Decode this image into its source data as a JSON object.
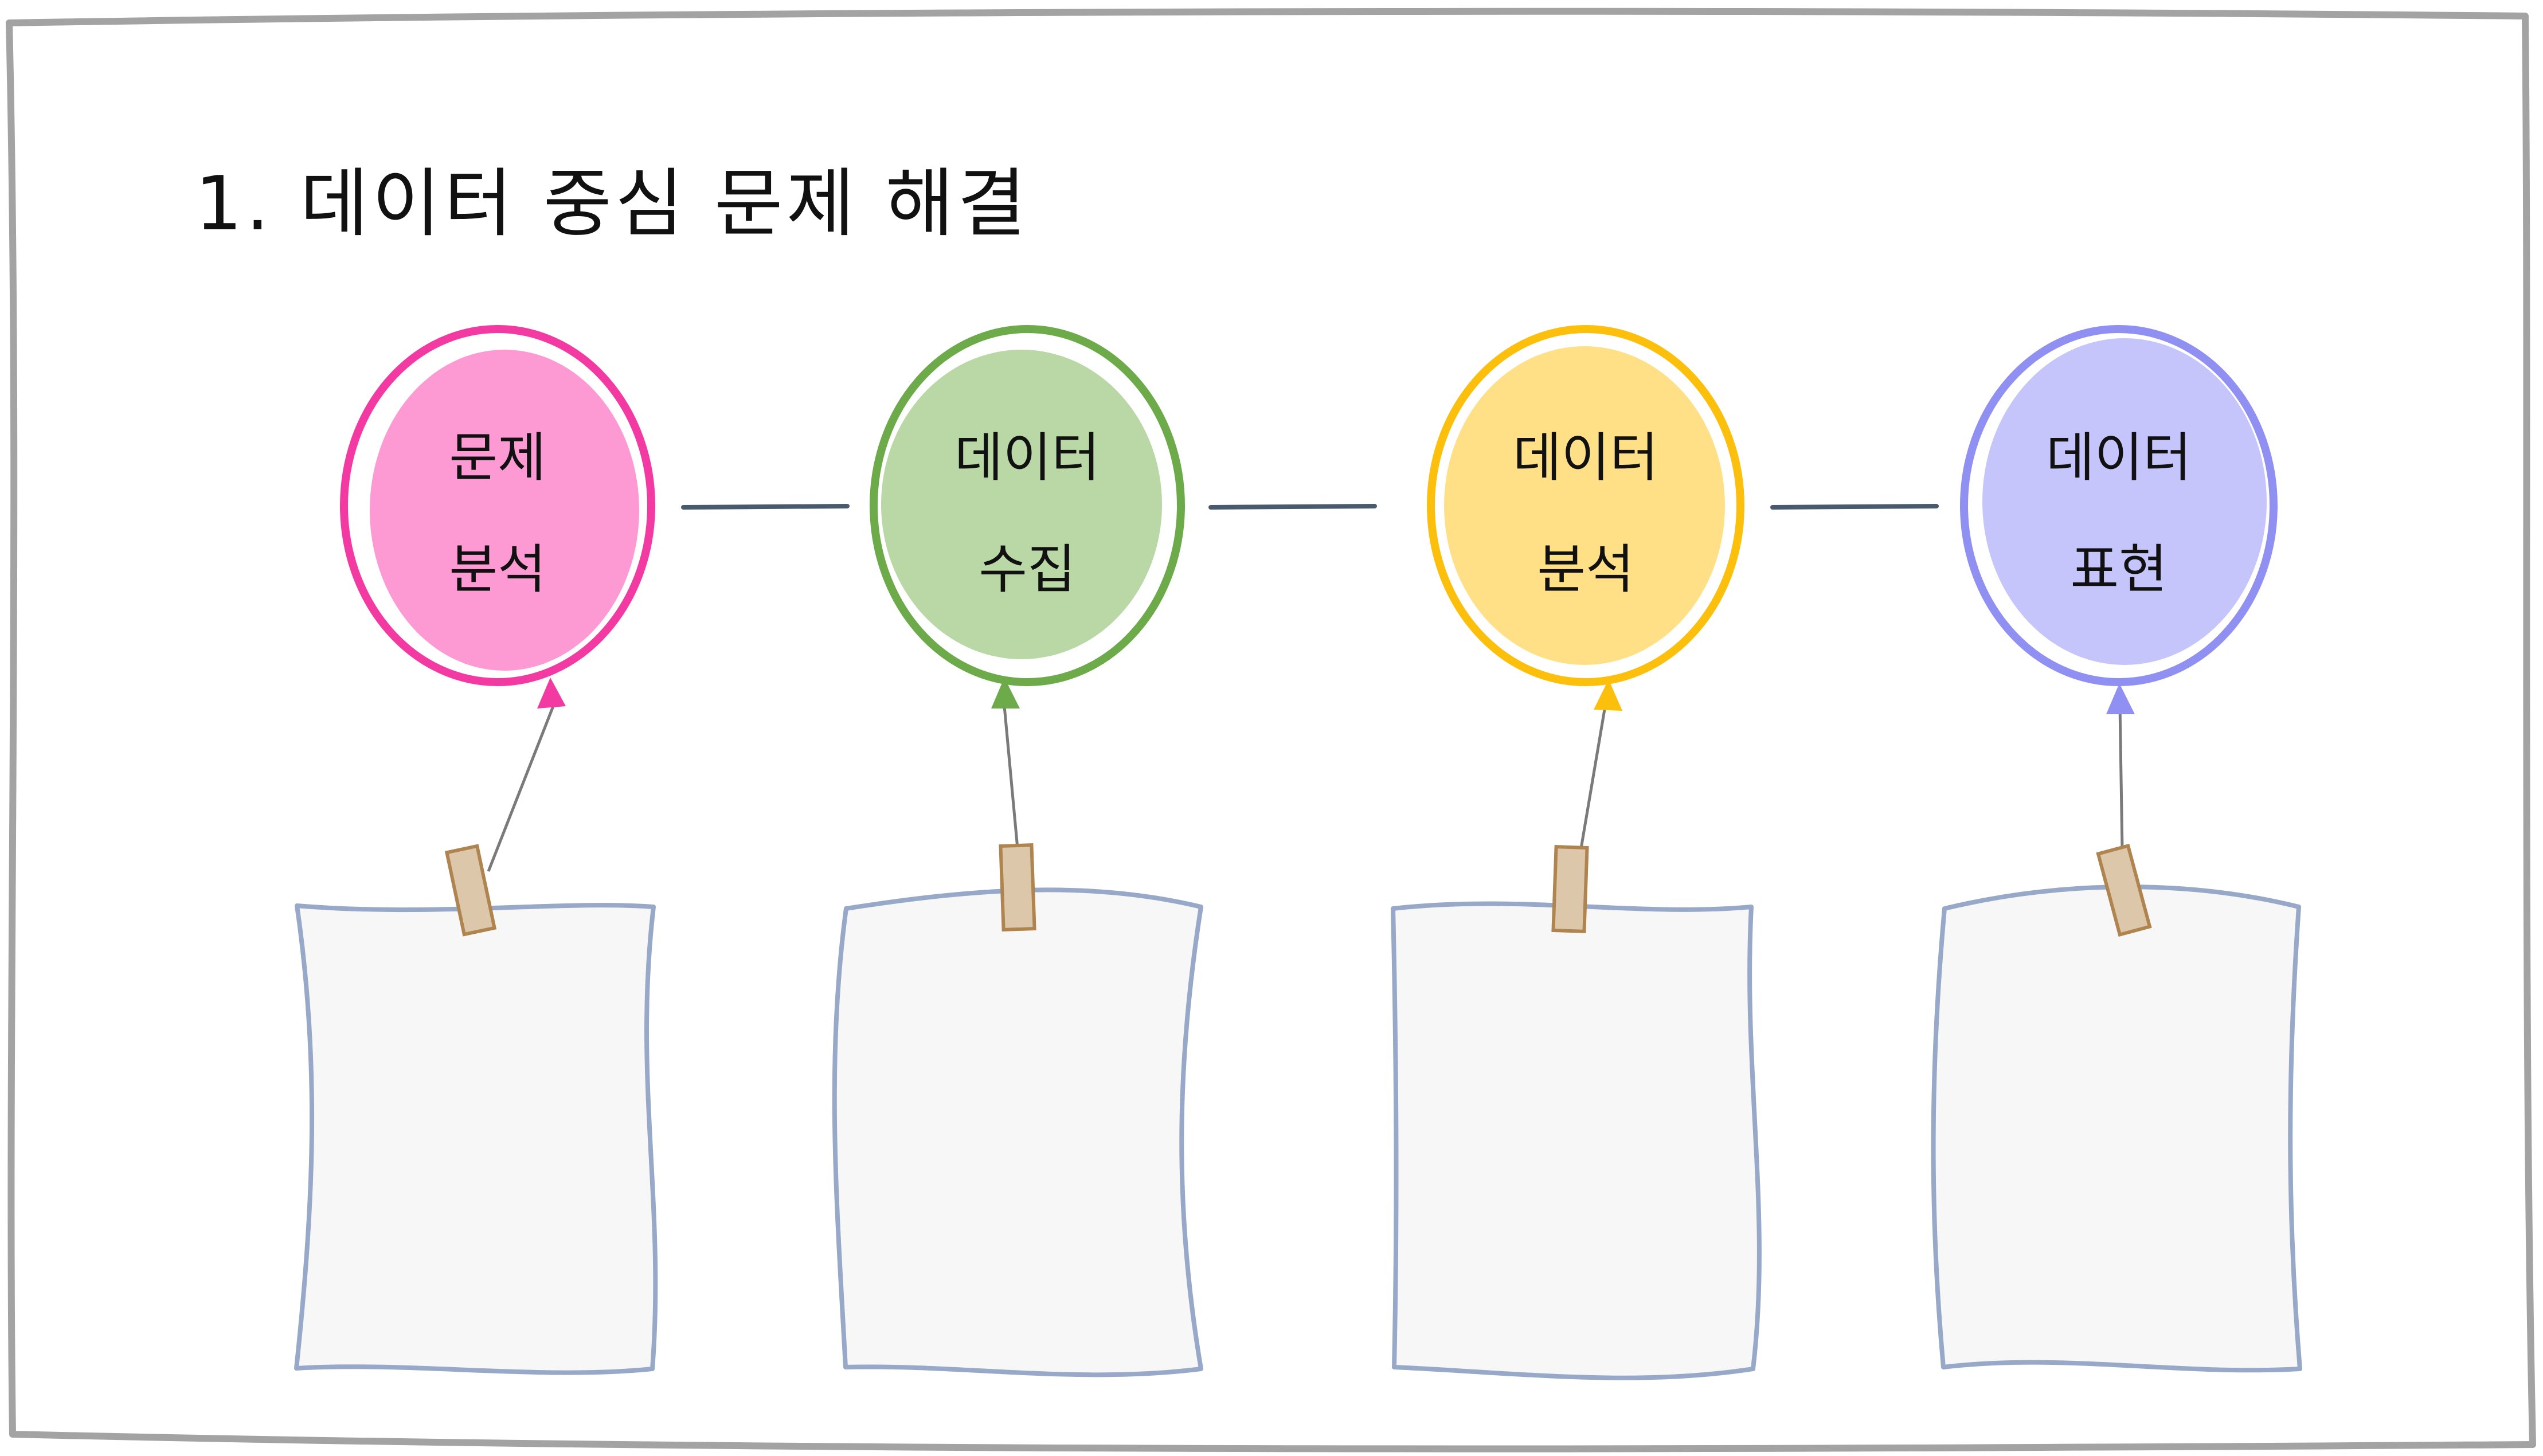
{
  "title": "1. 데이터 중심 문제 해결",
  "colors": {
    "frame": "#a3a3a3",
    "connector": "#4a5a6e",
    "paper_fill": "#f7f7f7",
    "paper_stroke": "#97a8c8",
    "tape_fill": "#dcc7ab",
    "tape_stroke": "#b0844e",
    "string": "#7a7a7a"
  },
  "steps": [
    {
      "line1": "문제",
      "line2": "분석",
      "stroke": "#f23aa2",
      "fill": "#fd9ad3",
      "icon": "balloon-icon"
    },
    {
      "line1": "데이터",
      "line2": "수집",
      "stroke": "#6dab4a",
      "fill": "#b9d8a6",
      "icon": "balloon-icon"
    },
    {
      "line1": "데이터",
      "line2": "분석",
      "stroke": "#fcbf0c",
      "fill": "#ffe086",
      "icon": "balloon-icon"
    },
    {
      "line1": "데이터",
      "line2": "표현",
      "stroke": "#9090f3",
      "fill": "#c5c4fb",
      "icon": "balloon-icon"
    }
  ]
}
